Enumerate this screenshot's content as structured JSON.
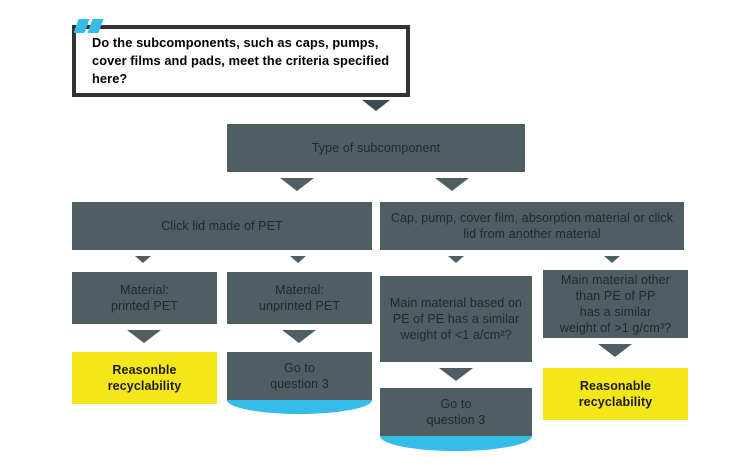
{
  "diagram": {
    "title": "Subcomponent recyclability decision flowchart",
    "colors": {
      "node_dark": "#4e5e63",
      "node_yellow": "#f5e61a",
      "accent_cyan": "#35bce8",
      "root_border": "#333333",
      "background": "#ffffff"
    },
    "root": {
      "label": "Do the subcomponents, such as caps, pumps, cover films and pads, meet the criteria specified here?",
      "badge": "blue-double-parallelogram-mark"
    },
    "nodes": {
      "type_of_subcomponent": "Type of subcomponent",
      "click_lid_pet": "Click lid made of PET",
      "cap_pump_other": "Cap, pump, cover film, absorption material or click lid from another material",
      "material_printed_pet": "Material:\nprinted PET",
      "material_unprinted_pet": "Material:\nunprinted PET",
      "main_material_pe": "Main material based on PE of PE has a similar weight of <1 a/cm²?",
      "main_material_other": "Main material other\nthan PE of PP\nhas a similar\nweight of >1 g/cm³?",
      "reasonble_recyclability": "Reasonble\nrecyclability",
      "go_to_question_3_left": "Go to\nquestion 3",
      "go_to_question_3_center": "Go to\nquestion 3",
      "reasonable_recyclability": "Reasonable\nrecyclability"
    }
  }
}
